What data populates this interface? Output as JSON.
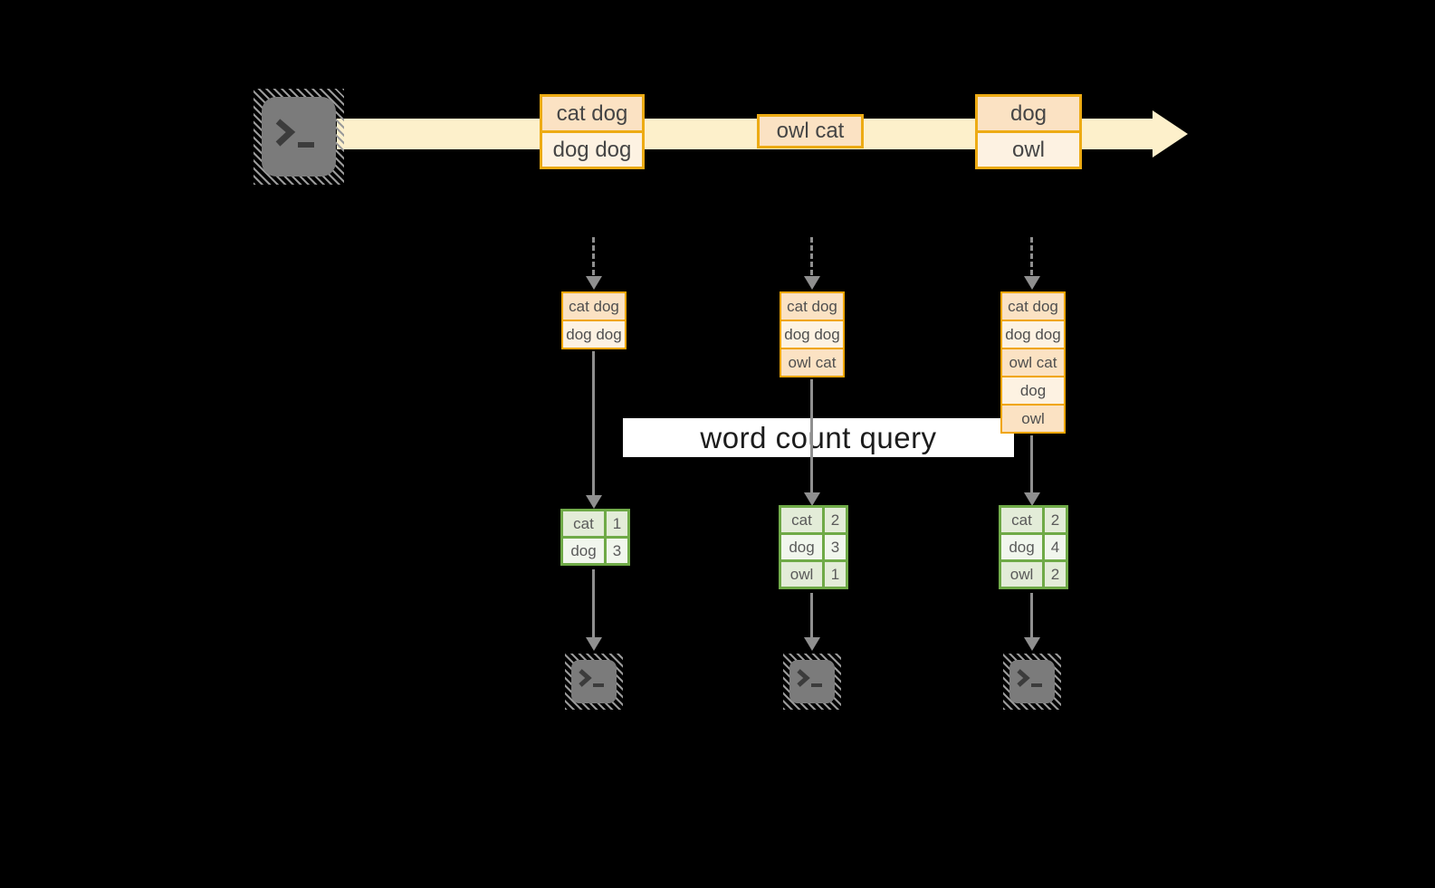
{
  "diagram": {
    "title_hint": "streaming word count",
    "colors": {
      "background": "#000000",
      "stream_band": "#fdf0cb",
      "event_border": "#edab14",
      "event_fill_dark": "#fbe2c3",
      "event_fill_light": "#fdf2e2",
      "table_green": "#6faa47",
      "arrow_gray": "#8f8f8f",
      "terminal_gray": "#7b7b7b",
      "banner_bg": "#ffffff"
    }
  },
  "timeline": {
    "events": [
      {
        "rows": [
          "cat dog",
          "dog dog"
        ]
      },
      {
        "rows": [
          "owl cat"
        ]
      },
      {
        "rows": [
          "dog",
          "owl"
        ]
      }
    ]
  },
  "query_banner": {
    "label": "word count query"
  },
  "columns": [
    {
      "stack": [
        "cat dog",
        "dog dog"
      ],
      "counts": [
        {
          "word": "cat",
          "count": "1"
        },
        {
          "word": "dog",
          "count": "3"
        }
      ]
    },
    {
      "stack": [
        "cat dog",
        "dog dog",
        "owl cat"
      ],
      "counts": [
        {
          "word": "cat",
          "count": "2"
        },
        {
          "word": "dog",
          "count": "3"
        },
        {
          "word": "owl",
          "count": "1"
        }
      ]
    },
    {
      "stack": [
        "cat dog",
        "dog dog",
        "owl cat",
        "dog",
        "owl"
      ],
      "counts": [
        {
          "word": "cat",
          "count": "2"
        },
        {
          "word": "dog",
          "count": "4"
        },
        {
          "word": "owl",
          "count": "2"
        }
      ]
    }
  ]
}
